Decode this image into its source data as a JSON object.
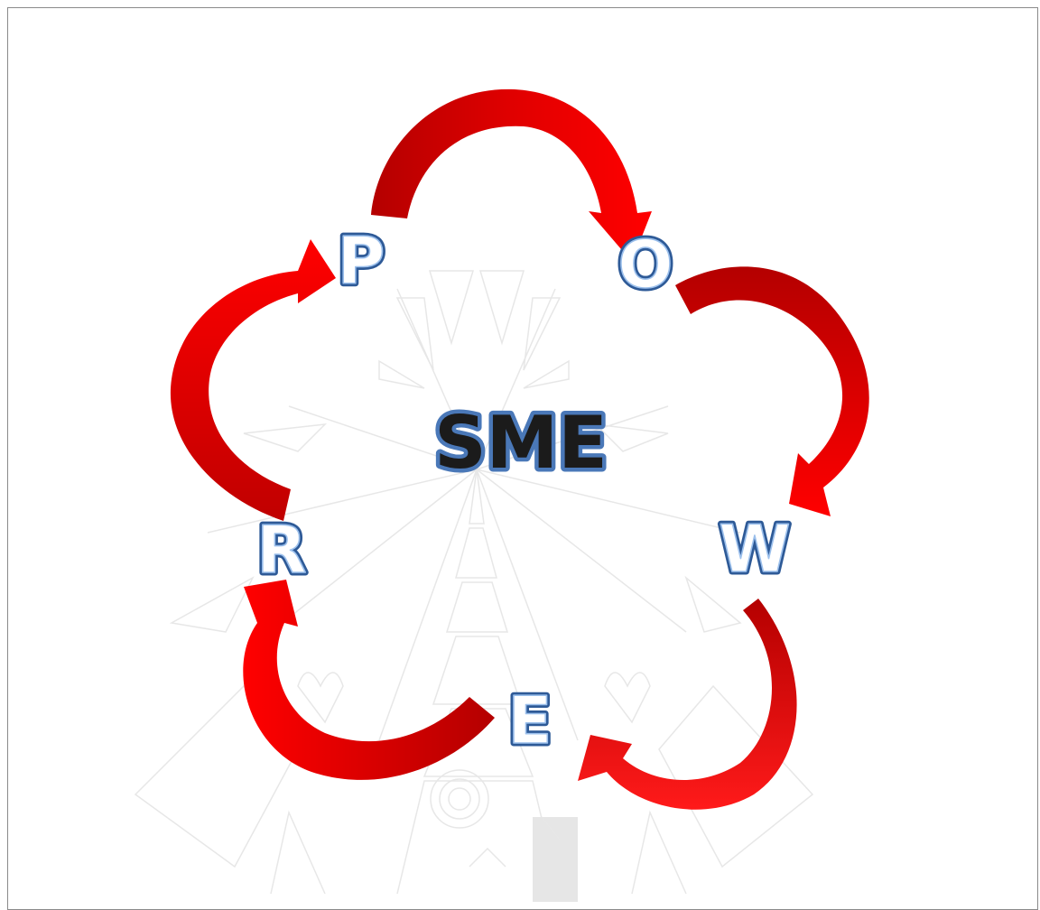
{
  "diagram": {
    "center_label": "SME",
    "cycle_letters": [
      "P",
      "O",
      "W",
      "E",
      "R"
    ],
    "colors": {
      "arrow_red": "#ff0000",
      "arrow_dark_red": "#b40000",
      "letter_outline": "#2e5a97",
      "letter_highlight": "#9cc0ec",
      "center_fill": "#1b1b1b",
      "center_outline": "#4a78b8",
      "watermark": "#e7e7e7"
    }
  }
}
